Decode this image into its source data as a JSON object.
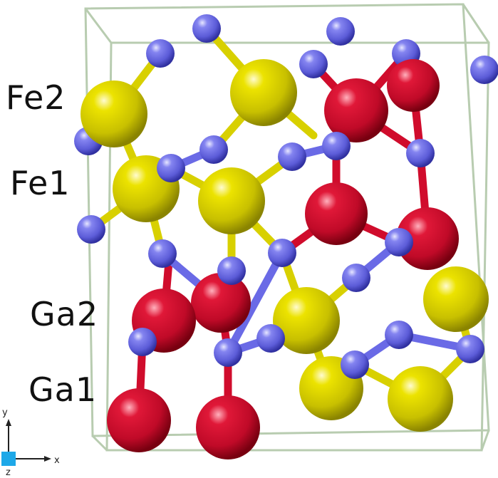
{
  "labels": {
    "fe2": "Fe2",
    "fe1": "Fe1",
    "ga2": "Ga2",
    "ga1": "Ga1"
  },
  "axes": {
    "x": "x",
    "y": "y",
    "z": "z"
  },
  "colors": {
    "fe_site": "#d8d000",
    "ga_site": "#d00c2c",
    "small_atom": "#6a6ae6",
    "cell_edge": "#b8ccb0",
    "label_text": "#111111"
  }
}
